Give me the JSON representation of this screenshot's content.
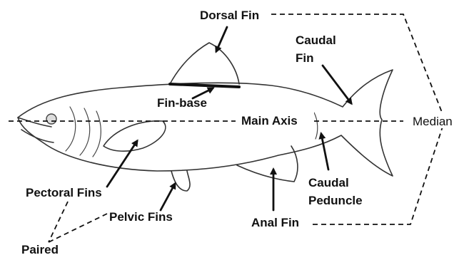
{
  "labels": {
    "dorsal_fin": "Dorsal Fin",
    "caudal_fin_line1": "Caudal",
    "caudal_fin_line2": "Fin",
    "fin_base": "Fin-base",
    "main_axis": "Main Axis",
    "median": "Median",
    "pectoral_fins": "Pectoral Fins",
    "pelvic_fins": "Pelvic Fins",
    "paired": "Paired",
    "anal_fin": "Anal Fin",
    "caudal_peduncle_line1": "Caudal",
    "caudal_peduncle_line2": "Peduncle"
  },
  "colors": {
    "ink": "#111111",
    "outline": "#333333",
    "background": "#ffffff"
  }
}
